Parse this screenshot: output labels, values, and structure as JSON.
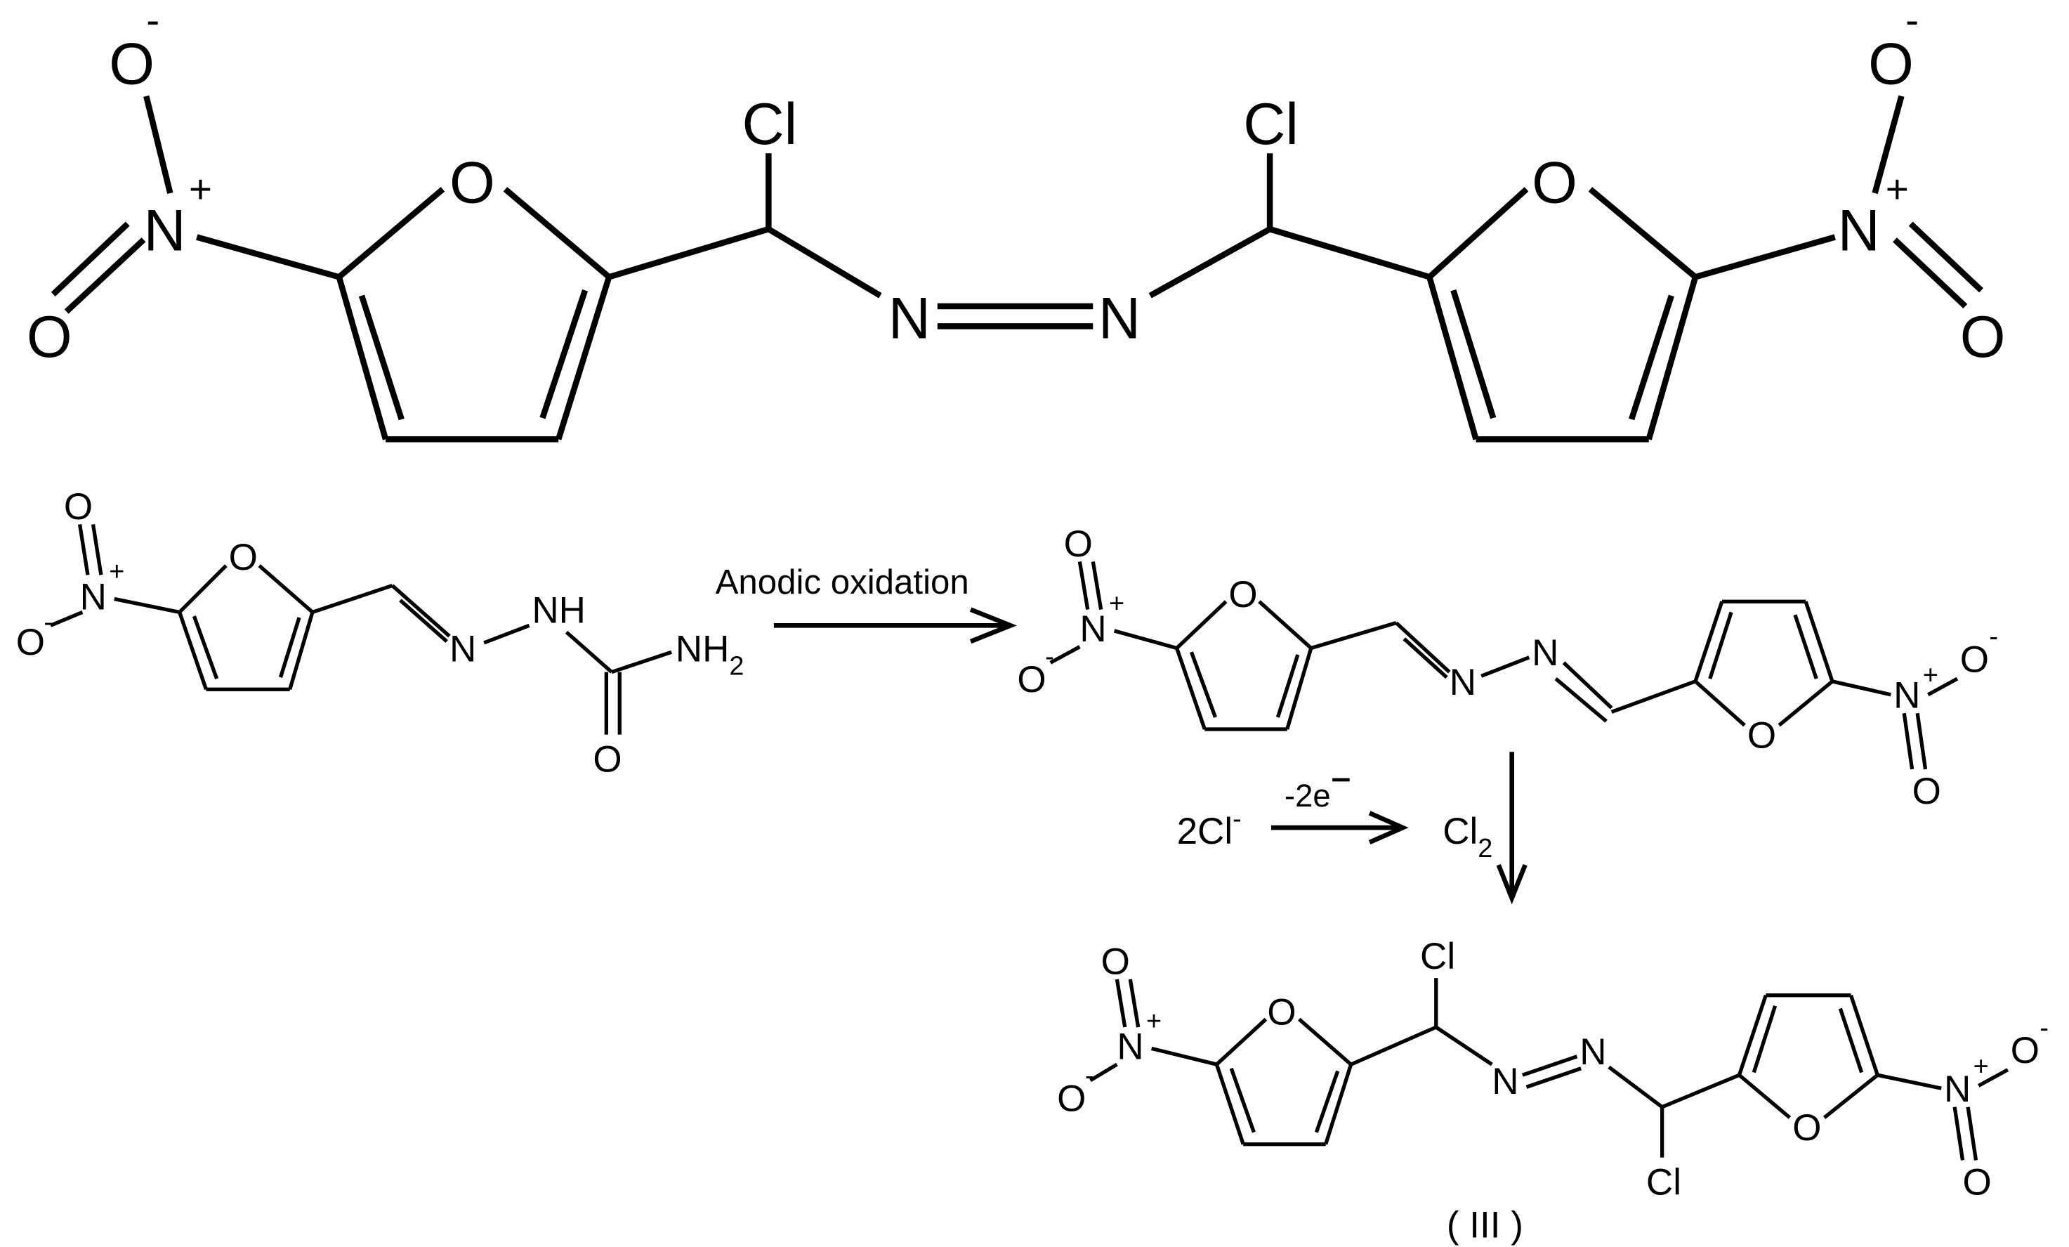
{
  "atoms": {
    "oxygen": "O",
    "nitrogen": "N",
    "chlorine": "Cl",
    "nh": "NH",
    "nh2_base": "NH",
    "nh2_sub": "2",
    "plus": "+",
    "minus": "-"
  },
  "reaction": {
    "step1_label": "Anodic oxidation",
    "reagent_coef": "2Cl",
    "reagent_charge": "-",
    "electron_label": "-2e",
    "product_base": "Cl",
    "product_sub": "2",
    "compound_label": "( III )"
  },
  "colors": {
    "ink": "#000000",
    "background": "#ffffff"
  }
}
